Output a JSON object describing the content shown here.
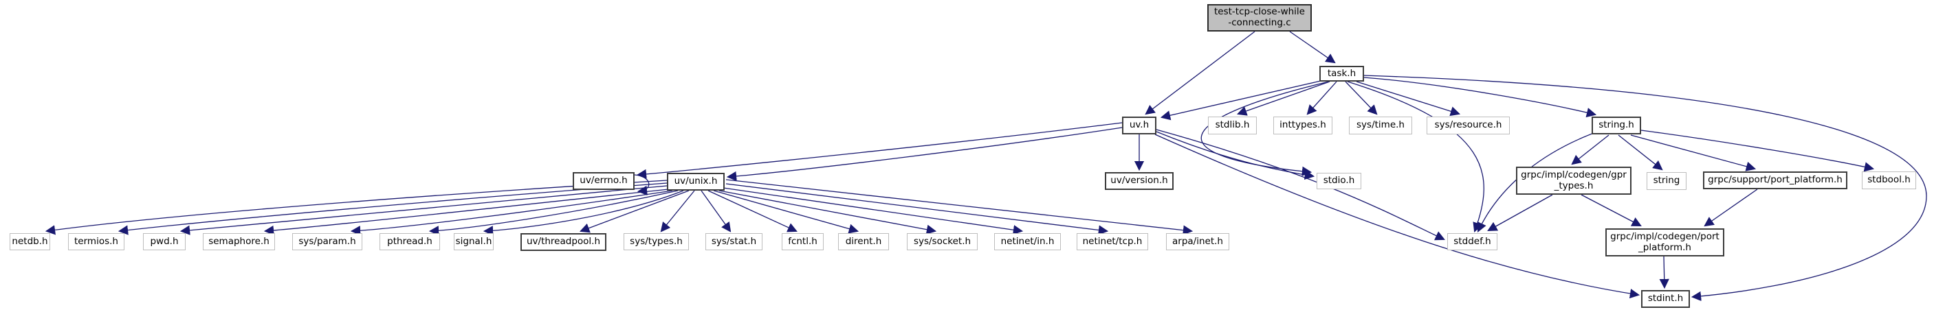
{
  "diagram": {
    "kind": "doxygen-include-dependency-graph",
    "background_color": "#ffffff",
    "edge_color": "#191970",
    "main_node_fill": "#bfbfbf",
    "linked_node_border": "#3c3c3c",
    "external_node_border": "#bdbdbd",
    "nodes": [
      {
        "id": "main",
        "label": "test-tcp-close-while -connecting.c",
        "lines": [
          "test-tcp-close-while",
          "-connecting.c"
        ],
        "kind": "source"
      },
      {
        "id": "task_h",
        "label": "task.h",
        "kind": "linked"
      },
      {
        "id": "uv_h",
        "label": "uv.h",
        "kind": "linked"
      },
      {
        "id": "stdlib_h",
        "label": "stdlib.h",
        "kind": "external"
      },
      {
        "id": "inttypes_h",
        "label": "inttypes.h",
        "kind": "external"
      },
      {
        "id": "sys_time_h",
        "label": "sys/time.h",
        "kind": "external"
      },
      {
        "id": "sys_resource_h",
        "label": "sys/resource.h",
        "kind": "external"
      },
      {
        "id": "string_h",
        "label": "string.h",
        "kind": "linked"
      },
      {
        "id": "uv_errno_h",
        "label": "uv/errno.h",
        "kind": "linked"
      },
      {
        "id": "uv_unix_h",
        "label": "uv/unix.h",
        "kind": "linked"
      },
      {
        "id": "uv_version_h",
        "label": "uv/version.h",
        "kind": "linked"
      },
      {
        "id": "stdio_h",
        "label": "stdio.h",
        "kind": "external"
      },
      {
        "id": "gpr_types_h",
        "label": "grpc/impl/codegen/gpr _types.h",
        "lines": [
          "grpc/impl/codegen/gpr",
          "_types.h"
        ],
        "kind": "linked"
      },
      {
        "id": "string",
        "label": "string",
        "kind": "external"
      },
      {
        "id": "support_port_platform_h",
        "label": "grpc/support/port_platform.h",
        "kind": "linked"
      },
      {
        "id": "stdbool_h",
        "label": "stdbool.h",
        "kind": "external"
      },
      {
        "id": "netdb_h",
        "label": "netdb.h",
        "kind": "external"
      },
      {
        "id": "termios_h",
        "label": "termios.h",
        "kind": "external"
      },
      {
        "id": "pwd_h",
        "label": "pwd.h",
        "kind": "external"
      },
      {
        "id": "semaphore_h",
        "label": "semaphore.h",
        "kind": "external"
      },
      {
        "id": "sys_param_h",
        "label": "sys/param.h",
        "kind": "external"
      },
      {
        "id": "pthread_h",
        "label": "pthread.h",
        "kind": "external"
      },
      {
        "id": "signal_h",
        "label": "signal.h",
        "kind": "external"
      },
      {
        "id": "uv_threadpool_h",
        "label": "uv/threadpool.h",
        "kind": "linked"
      },
      {
        "id": "sys_types_h",
        "label": "sys/types.h",
        "kind": "external"
      },
      {
        "id": "sys_stat_h",
        "label": "sys/stat.h",
        "kind": "external"
      },
      {
        "id": "fcntl_h",
        "label": "fcntl.h",
        "kind": "external"
      },
      {
        "id": "dirent_h",
        "label": "dirent.h",
        "kind": "external"
      },
      {
        "id": "sys_socket_h",
        "label": "sys/socket.h",
        "kind": "external"
      },
      {
        "id": "netinet_in_h",
        "label": "netinet/in.h",
        "kind": "external"
      },
      {
        "id": "netinet_tcp_h",
        "label": "netinet/tcp.h",
        "kind": "external"
      },
      {
        "id": "arpa_inet_h",
        "label": "arpa/inet.h",
        "kind": "external"
      },
      {
        "id": "stddef_h",
        "label": "stddef.h",
        "kind": "external"
      },
      {
        "id": "codegen_port_platform_h",
        "label": "grpc/impl/codegen/port _platform.h",
        "lines": [
          "grpc/impl/codegen/port",
          "_platform.h"
        ],
        "kind": "linked"
      },
      {
        "id": "stdint_h",
        "label": "stdint.h",
        "kind": "linked"
      }
    ],
    "edges": [
      {
        "from": "main",
        "to": "uv_h"
      },
      {
        "from": "main",
        "to": "task_h"
      },
      {
        "from": "task_h",
        "to": "uv_h"
      },
      {
        "from": "task_h",
        "to": "stdlib_h"
      },
      {
        "from": "task_h",
        "to": "inttypes_h"
      },
      {
        "from": "task_h",
        "to": "sys_time_h"
      },
      {
        "from": "task_h",
        "to": "sys_resource_h"
      },
      {
        "from": "task_h",
        "to": "string_h"
      },
      {
        "from": "task_h",
        "to": "stdio_h"
      },
      {
        "from": "task_h",
        "to": "stddef_h"
      },
      {
        "from": "task_h",
        "to": "stdint_h"
      },
      {
        "from": "uv_h",
        "to": "uv_errno_h"
      },
      {
        "from": "uv_h",
        "to": "uv_unix_h"
      },
      {
        "from": "uv_h",
        "to": "uv_version_h"
      },
      {
        "from": "uv_h",
        "to": "stdio_h"
      },
      {
        "from": "uv_h",
        "to": "stddef_h"
      },
      {
        "from": "uv_h",
        "to": "stdint_h"
      },
      {
        "from": "uv_unix_h",
        "to": "netdb_h"
      },
      {
        "from": "uv_unix_h",
        "to": "termios_h"
      },
      {
        "from": "uv_unix_h",
        "to": "pwd_h"
      },
      {
        "from": "uv_unix_h",
        "to": "semaphore_h"
      },
      {
        "from": "uv_unix_h",
        "to": "sys_param_h"
      },
      {
        "from": "uv_unix_h",
        "to": "pthread_h"
      },
      {
        "from": "uv_unix_h",
        "to": "signal_h"
      },
      {
        "from": "uv_unix_h",
        "to": "uv_threadpool_h"
      },
      {
        "from": "uv_unix_h",
        "to": "sys_types_h"
      },
      {
        "from": "uv_unix_h",
        "to": "sys_stat_h"
      },
      {
        "from": "uv_unix_h",
        "to": "fcntl_h"
      },
      {
        "from": "uv_unix_h",
        "to": "dirent_h"
      },
      {
        "from": "uv_unix_h",
        "to": "sys_socket_h"
      },
      {
        "from": "uv_unix_h",
        "to": "netinet_in_h"
      },
      {
        "from": "uv_unix_h",
        "to": "netinet_tcp_h"
      },
      {
        "from": "uv_unix_h",
        "to": "arpa_inet_h"
      },
      {
        "from": "uv_errno_h",
        "to": "uv_errno_h"
      },
      {
        "from": "string_h",
        "to": "gpr_types_h"
      },
      {
        "from": "string_h",
        "to": "string"
      },
      {
        "from": "string_h",
        "to": "support_port_platform_h"
      },
      {
        "from": "string_h",
        "to": "stdbool_h"
      },
      {
        "from": "string_h",
        "to": "stddef_h"
      },
      {
        "from": "gpr_types_h",
        "to": "stddef_h"
      },
      {
        "from": "gpr_types_h",
        "to": "codegen_port_platform_h"
      },
      {
        "from": "support_port_platform_h",
        "to": "codegen_port_platform_h"
      },
      {
        "from": "codegen_port_platform_h",
        "to": "stdint_h"
      }
    ]
  }
}
